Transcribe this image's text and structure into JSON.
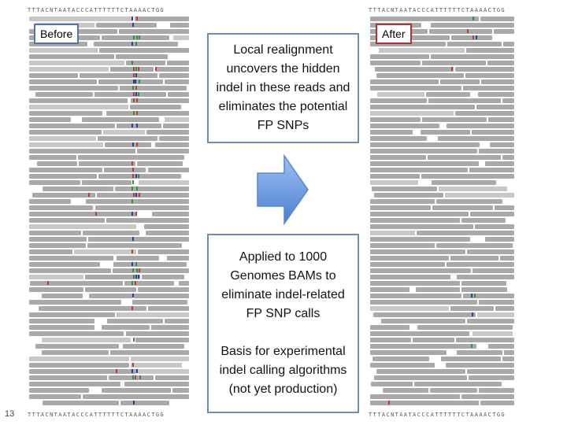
{
  "slide": {
    "number": "13",
    "before_label": "Before",
    "after_label": "After",
    "realign_text": "Local realignment uncovers the hidden indel in these reads and eliminates the potential FP SNPs",
    "applied_text": "Applied to 1000 Genomes BAMs to eliminate indel-related FP SNP calls",
    "basis_text": "Basis for experimental indel calling algorithms (not yet production)"
  },
  "reference": {
    "before_sequence": "TTTACNTAATACCCATTTTTTCTAAAACTGG",
    "after_sequence": "TTTACNTAATACCCATTTTTTCTAAAACTGG"
  },
  "colors": {
    "read_gray": "#a9a9a9",
    "mismatch_red": "#d93025",
    "mismatch_blue": "#1e3fbf",
    "mismatch_green": "#1f9d2f",
    "before_border": "#4a76b5",
    "after_border": "#b03030",
    "box_border": "#6c8cbf",
    "arrow_fill": "#6d9be0"
  },
  "icons": {
    "arrow": "right-arrow-icon"
  }
}
